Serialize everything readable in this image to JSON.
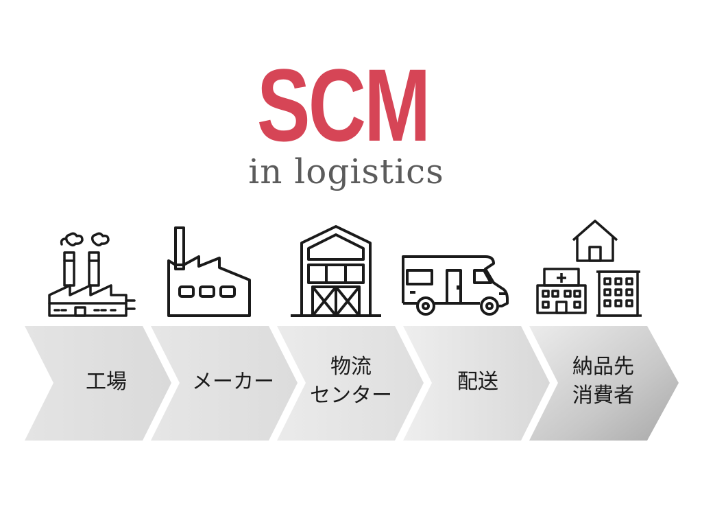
{
  "title": {
    "main": "SCM",
    "sub": "in logistics"
  },
  "colors": {
    "title_accent": "#d64556",
    "subtitle": "#5b5b5b",
    "chevron_light": "#e6e6e6",
    "chevron_dark": "#b0b0b0",
    "icon_stroke": "#1a1a1a"
  },
  "steps": [
    {
      "icon": "factory-smoke-icon",
      "lines": [
        "工場"
      ]
    },
    {
      "icon": "manufacturer-factory-icon",
      "lines": [
        "メーカー"
      ]
    },
    {
      "icon": "warehouse-icon",
      "lines": [
        "物流",
        "センター"
      ]
    },
    {
      "icon": "delivery-truck-icon",
      "lines": [
        "配送"
      ]
    },
    {
      "icon": "destination-buildings-icon",
      "lines": [
        "納品先",
        "消費者"
      ]
    }
  ]
}
